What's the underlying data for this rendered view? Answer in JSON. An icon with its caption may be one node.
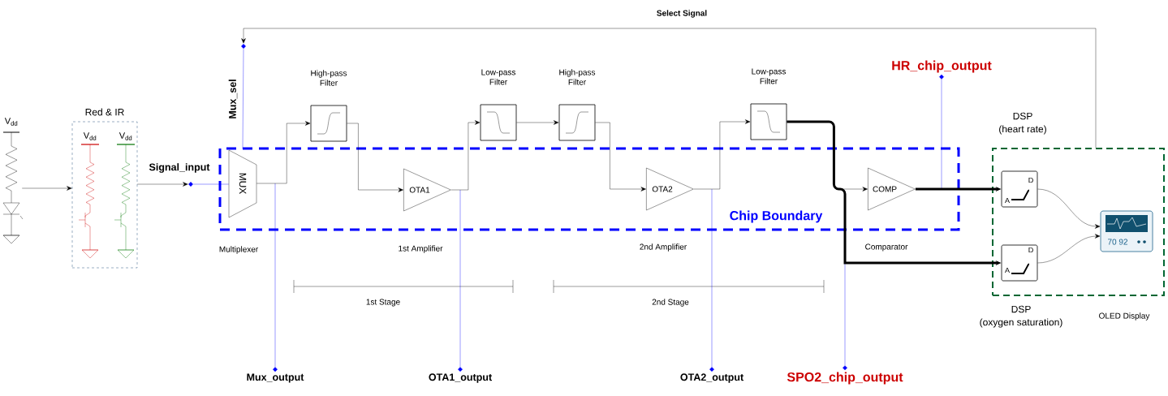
{
  "diagram": {
    "nodes": [
      {
        "text": [
          "Chip Boundary"
        ]
      },
      {
        "text": [],
        "shape": "picture",
        "beside": [
          "V$_{dd}$"
        ]
      },
      {
        "text": [
          "Red & IR"
        ]
      },
      {
        "text": [],
        "shape": "diamond"
      },
      {
        "text": [
          "MUX"
        ],
        "beside": [
          "Multiplexer"
        ],
        "in": 0
      },
      {
        "text": [
          "High-pass Filter"
        ]
      },
      {
        "text": [
          "OTA1"
        ],
        "in": 0
      },
      {
        "text": [
          "Low-pass Filter"
        ]
      },
      {
        "text": [
          "High-pass Filter"
        ]
      },
      {
        "text": [
          "OTA2"
        ],
        "in": 0
      },
      {
        "text": [
          "Low-pass Filter"
        ]
      },
      {
        "text": [
          "COMP"
        ],
        "in": 0
      },
      {
        "text": [],
        "shape": "box"
      },
      {
        "text": [],
        "shape": "box",
        "in": 12
      },
      {
        "text": [],
        "shape": "box",
        "in": 12
      },
      {
        "text": [],
        "shape": "picture",
        "in": 12
      },
      {
        "text": [],
        "shape": "diamond"
      },
      {
        "text": [
          "Mux_output"
        ]
      },
      {
        "text": [
          "OTA1_output"
        ]
      },
      {
        "text": [
          "OTA2_output"
        ]
      },
      {
        "text": [
          "SPO2_chip_output"
        ]
      },
      {
        "text": [
          "HR_chip_output"
        ]
      }
    ],
    "edges": [
      {
        "from": 1,
        "to": 2,
        "arrow": "to"
      },
      {
        "from": 2,
        "to": 3,
        "arrow": "to"
      },
      {
        "from": 3,
        "to": 4,
        "arrow": "none",
        "color": "#0000ff"
      },
      {
        "from": 16,
        "to": 4,
        "arrow": "none",
        "color": "#0000ff"
      },
      {
        "from": 4,
        "to": 5,
        "arrow": "to"
      },
      {
        "from": 5,
        "to": 6,
        "arrow": "to"
      },
      {
        "from": 6,
        "to": 7,
        "arrow": "to"
      },
      {
        "from": 7,
        "to": 8,
        "arrow": "to"
      },
      {
        "from": 8,
        "to": 9,
        "arrow": "to"
      },
      {
        "from": 9,
        "to": 10,
        "arrow": "to"
      },
      {
        "from": 10,
        "to": 11,
        "arrow": "to"
      },
      {
        "from": 11,
        "to": 13,
        "arrow": "to",
        "style": "thick"
      },
      {
        "from": 10,
        "to": 14,
        "arrow": "to",
        "style": "thick"
      },
      {
        "from": 13,
        "to": 15,
        "arrow": "to"
      },
      {
        "from": 14,
        "to": 15,
        "arrow": "to"
      },
      {
        "from": 12,
        "to": 16,
        "arrow": "to",
        "label": "Select Signal"
      },
      {
        "from": 4,
        "to": 17,
        "arrow": "other",
        "color": "#0000ff"
      },
      {
        "from": 6,
        "to": 18,
        "arrow": "other",
        "color": "#0000ff"
      },
      {
        "from": 9,
        "to": 19,
        "arrow": "other",
        "color": "#0000ff"
      },
      {
        "from": 10,
        "to": 20,
        "arrow": "other",
        "color": "#0000ff"
      },
      {
        "from": 11,
        "to": 21,
        "arrow": "other",
        "color": "#0000ff"
      }
    ],
    "labels": [
      "V$_{dd}$",
      "V$_{dd}$",
      "Signal_input",
      "Mux_sel",
      "DSP",
      "(heart rate)",
      "D",
      "A",
      "1st Amplifier",
      "2nd Amplifier",
      "Comparator",
      "D",
      "A",
      "1st Stage",
      "2nd Stage",
      "DSP",
      "(oxygen saturation)",
      "OLED Display",
      "70 92"
    ]
  }
}
